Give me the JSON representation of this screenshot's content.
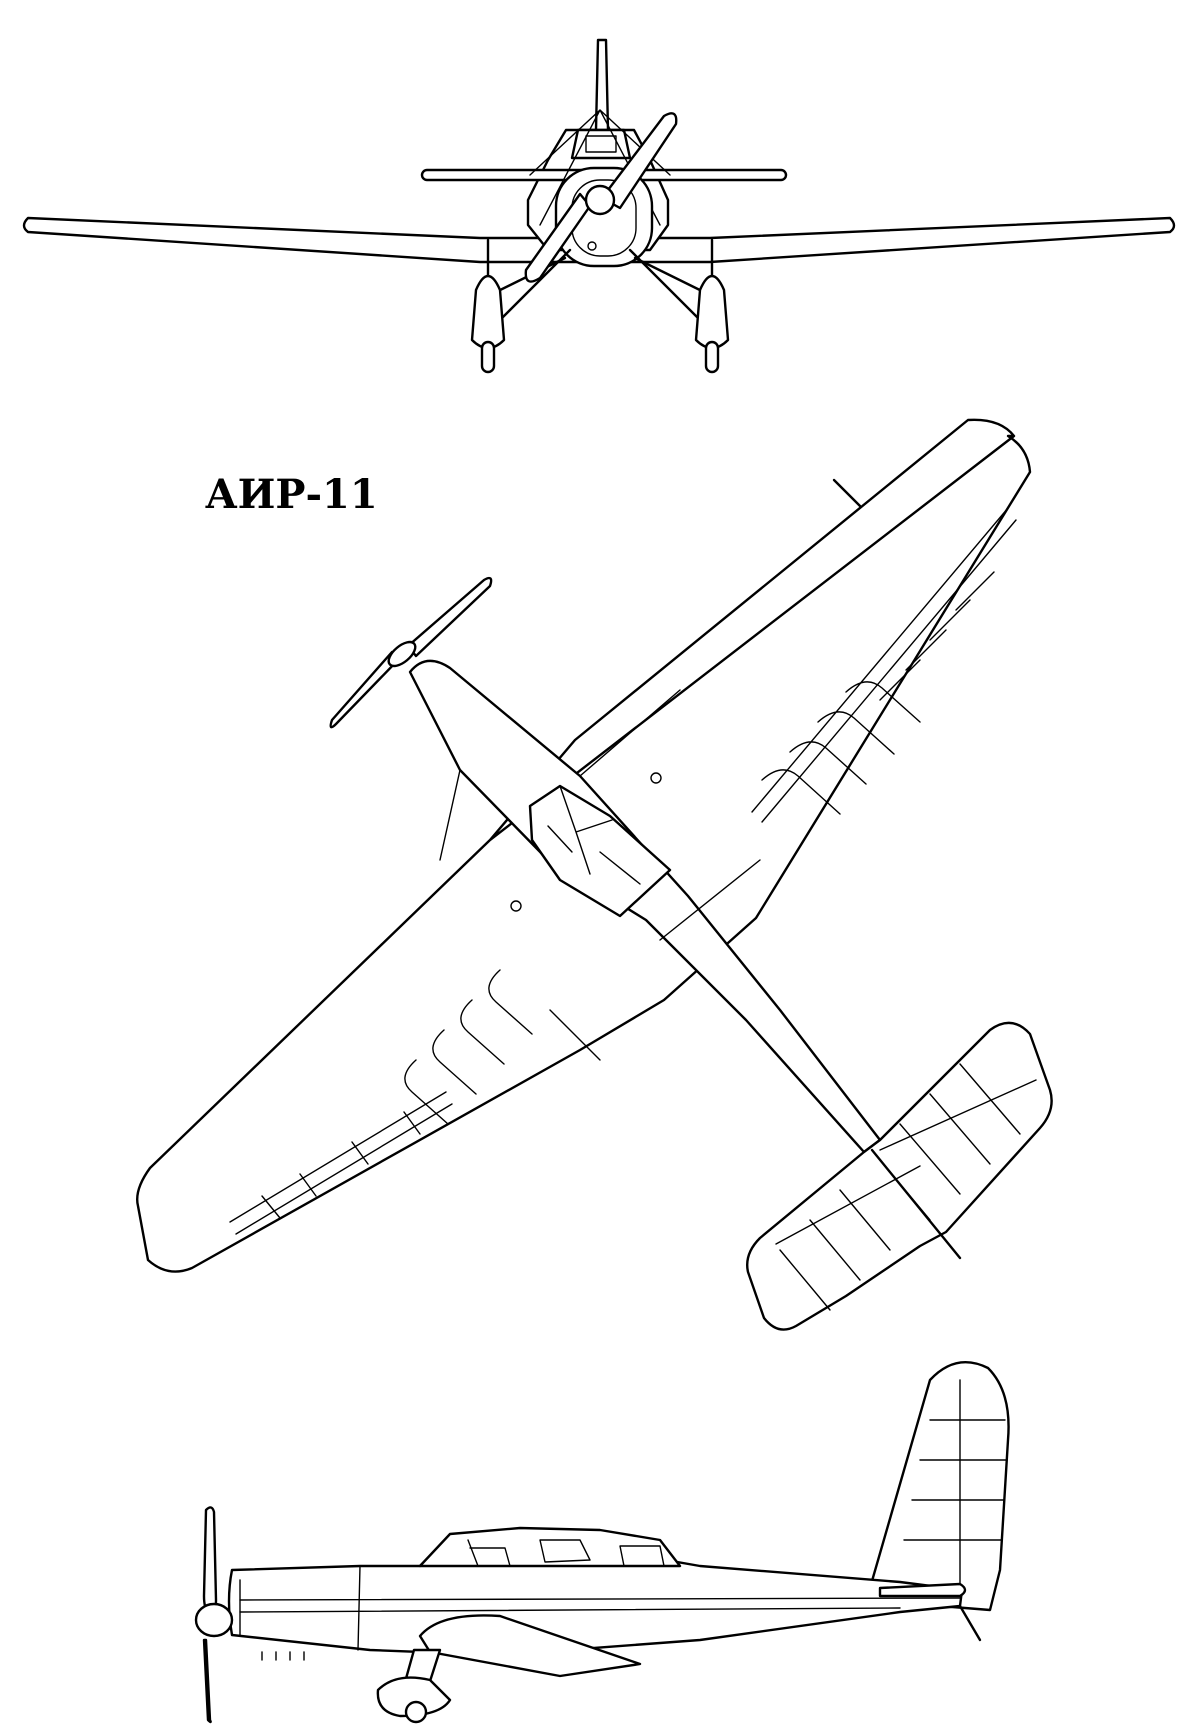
{
  "drawing": {
    "title": "АИР-11",
    "views": [
      "front-view",
      "top-view",
      "side-view"
    ]
  }
}
